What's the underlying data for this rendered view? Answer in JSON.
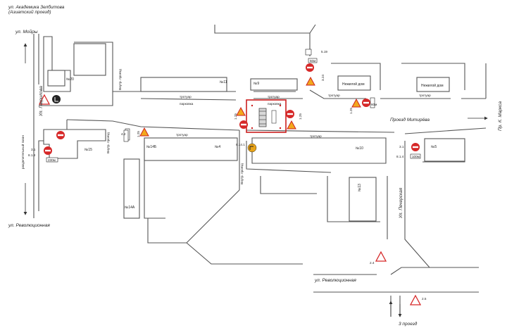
{
  "streets": {
    "akademika_zelbitova": "ул. Академика Зелбитова",
    "akademika_sub": "(Азиатский проезд)",
    "moiry": "ул. Мойры",
    "gavrilova": "Ул. Гаврилова",
    "razdelitelny": "разделительный газон",
    "revolyutsionnaya_left": "ул. Революционная",
    "revolyutsionnaya_bottom": "ул. Революционная",
    "proezd_mitireva": "Проезд Митирёва",
    "pr_k_marksa": "Пр. К. Маркса",
    "pecherskaya": "Ул. Печерская",
    "third_proezd": "3 проезд",
    "vnutr_proezd_1": "Внутр. проезд",
    "vnutr_proezd_2": "Внутр. проезд",
    "vnutr_proezd_3": "Внутр. проезд"
  },
  "buildings": {
    "b20": "№20",
    "b11": "№11",
    "b9": "№9",
    "b15": "№15",
    "b14b": "№14Б",
    "b14a": "№14А",
    "b13": "№13",
    "b10": "№10",
    "b5": "№5",
    "b4": "№4",
    "house1": "Нежилой дом",
    "house2": "Нежилой дом"
  },
  "areas": {
    "trotuar": "тротуар",
    "parkovka": "парковка"
  },
  "sign_labels": {
    "s3_1": "3.1",
    "s8_1_3": "8.1.3",
    "s1_25": "1.25",
    "s3_24": "3.24",
    "s5_19": "5.19",
    "s2_4": "2.4",
    "s2_5": "2.5",
    "s8_1_4": "8.1.4",
    "s8_14": "8.14.1",
    "s4_2": "4.2",
    "plate_50m": "50м",
    "plate_230m": "230м",
    "plate_100m": "100м",
    "plate_60m": "60м"
  },
  "colors": {
    "work_zone": "#cc1f1f",
    "warning_fill": "#f2a81d",
    "prohibit": "#d62828",
    "detour": "#e8a317"
  }
}
